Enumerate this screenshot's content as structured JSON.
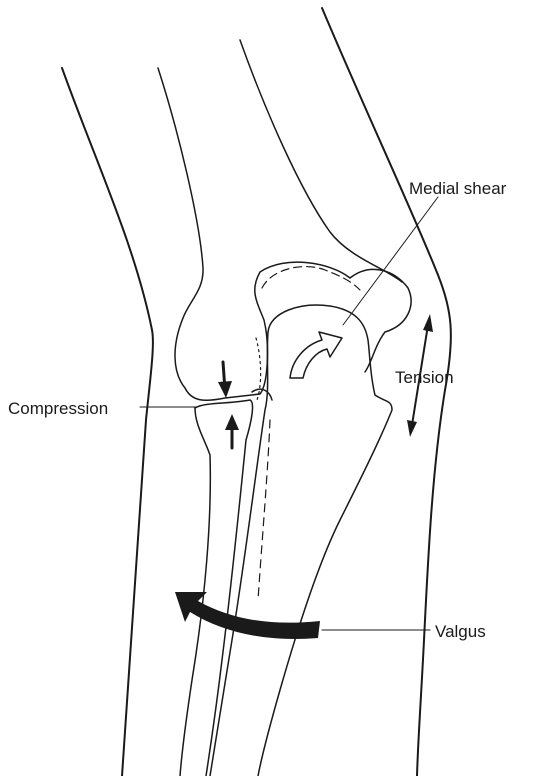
{
  "diagram": {
    "labels": {
      "medial_shear": "Medial shear",
      "tension": "Tension",
      "compression": "Compression",
      "valgus": "Valgus"
    },
    "colors": {
      "line": "#1a1a1a",
      "background": "#ffffff",
      "shade": "#d9d9d9"
    }
  }
}
